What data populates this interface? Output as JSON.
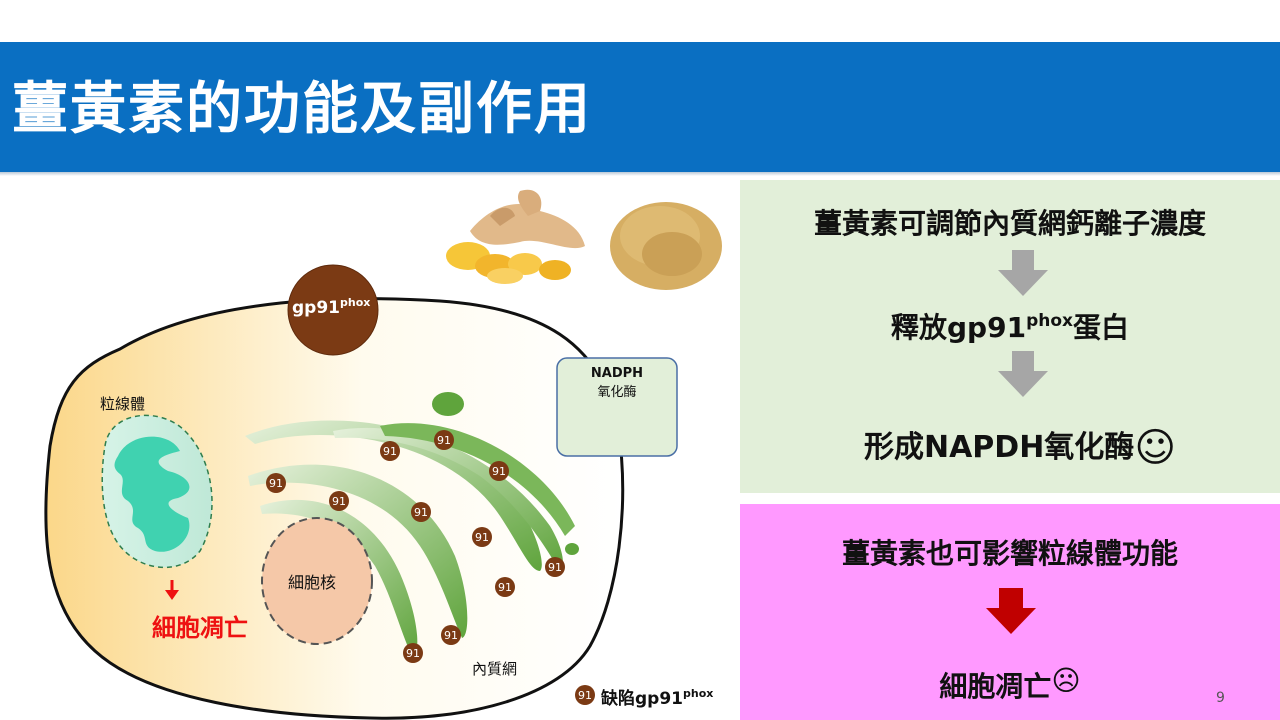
{
  "slide": {
    "title": "薑黃素的功能及副作用",
    "page_number": "9"
  },
  "diagram": {
    "protein_label": "gp91",
    "protein_sup": "phox",
    "mitochondria_label": "粒線體",
    "nucleus_label": "細胞核",
    "er_label": "內質網",
    "nadph_line1": "NADPH",
    "nadph_line2": "氧化酶",
    "apoptosis_label": "細胞凋亡",
    "marker_text": "91",
    "legend_text": "缺陷gp91",
    "legend_sup": "phox"
  },
  "panel_top": {
    "step1": "薑黃素可調節內質網鈣離子濃度",
    "step2_main": "釋放gp91",
    "step2_sup": "phox",
    "step2_tail": "蛋白",
    "step3": "形成NAPDH氧化酶",
    "step3_emoji": "☺"
  },
  "panel_bottom": {
    "step1": "薑黃素也可影響粒線體功能",
    "step2": "細胞凋亡",
    "step2_emoji": "☹"
  },
  "colors": {
    "title_bar": "#0a6fc2",
    "panel_top_bg": "#e2efd9",
    "panel_bottom_bg": "#ff99ff",
    "gray_arrow": "#a6a6a6",
    "red_arrow": "#c00000",
    "apoptosis_text": "#ee1111",
    "marker_fill": "#7b3a14",
    "mitochondria": "#40d2b0",
    "er_green": "#5fa43c"
  }
}
